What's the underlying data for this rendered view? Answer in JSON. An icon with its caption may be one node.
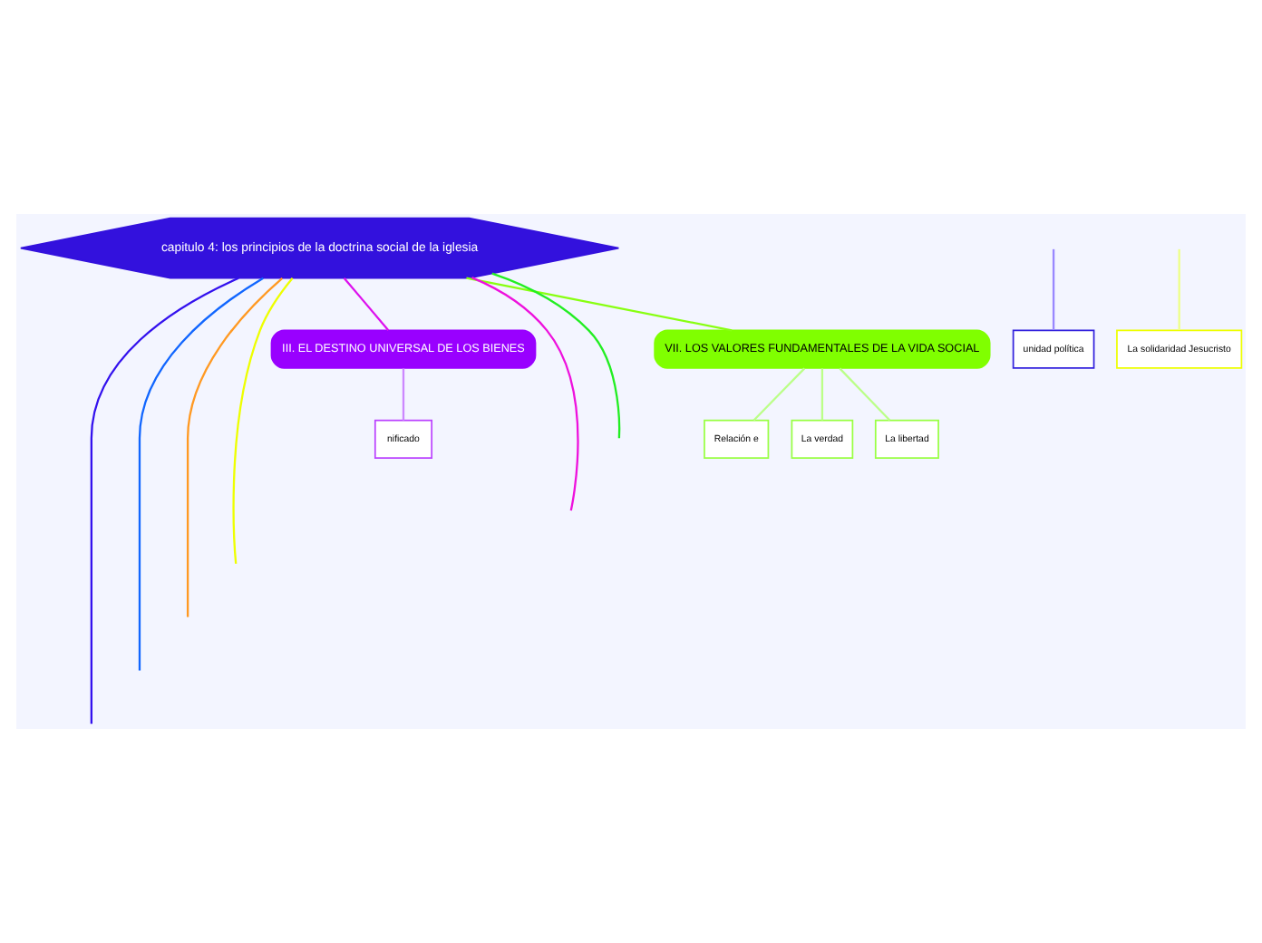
{
  "diagram": {
    "nodes": [
      {
        "text": [
          "capitulo 4: los principios de la doctrina social de la iglesia"
        ]
      },
      {
        "text": [
          "unidad política"
        ]
      },
      {
        "text": [
          "nificado"
        ]
      },
      {
        "text": [
          "La solidaridad Jesucristo"
        ]
      },
      {
        "text": [
          "Relación e"
        ]
      },
      {
        "text": [
          "La verdad"
        ]
      },
      {
        "text": [
          "La libertad"
        ]
      },
      {
        "text": [
          "III. EL DESTINO UNIVERSAL DE LOS BIENES"
        ]
      },
      {
        "text": [
          "VII. LOS VALORES FUNDAMENTALES DE LA VIDA SOCIAL"
        ]
      }
    ],
    "edges": [
      {
        "from": 0,
        "to": null,
        "arrow": "none",
        "color": "#3311ee"
      },
      {
        "from": 0,
        "to": null,
        "arrow": "none",
        "color": "#1166ff"
      },
      {
        "from": 0,
        "to": null,
        "arrow": "none",
        "color": "#ff9922"
      },
      {
        "from": 0,
        "to": null,
        "arrow": "none",
        "color": "#eeff00"
      },
      {
        "from": 0,
        "to": 7,
        "arrow": "none",
        "color": "#dd11ee"
      },
      {
        "from": 0,
        "to": null,
        "arrow": "none",
        "color": "#ee11dd"
      },
      {
        "from": 0,
        "to": null,
        "arrow": "none",
        "color": "#22ee22"
      },
      {
        "from": 0,
        "to": 8,
        "arrow": "none",
        "color": "#88ff11"
      },
      {
        "from": null,
        "to": 1,
        "arrow": "none",
        "color": "#9988ff"
      },
      {
        "from": null,
        "to": 3,
        "arrow": "none",
        "color": "#eeff88"
      },
      {
        "from": 7,
        "to": 2,
        "arrow": "none",
        "color": "#cc88ff"
      },
      {
        "from": 8,
        "to": 4,
        "arrow": "none",
        "color": "#bbff88"
      },
      {
        "from": 8,
        "to": 5,
        "arrow": "none",
        "color": "#bbff88"
      },
      {
        "from": 8,
        "to": 6,
        "arrow": "none",
        "color": "#bbff88"
      }
    ]
  }
}
